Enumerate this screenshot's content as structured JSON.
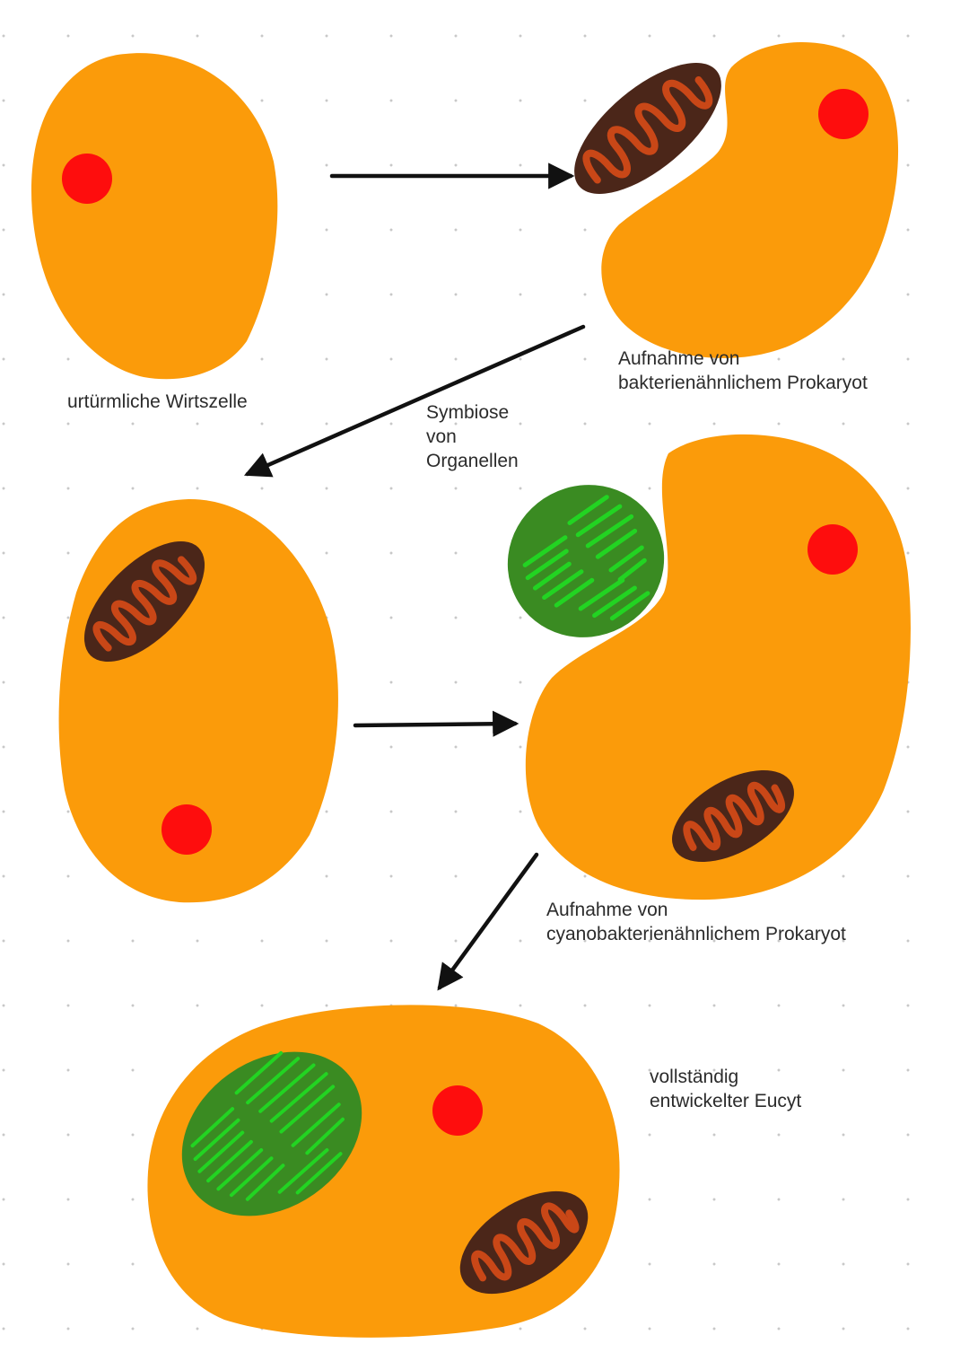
{
  "colors": {
    "cell": "#fb9b0a",
    "nucleus": "#fe0d0d",
    "mitochondrion_outer": "#4b2619",
    "mitochondrion_inner": "#c94717",
    "chloroplast_outer": "#3a8b22",
    "chloroplast_thylakoid": "#22d422",
    "arrow": "#111111",
    "text": "#2b2b2b",
    "grid_dot": "#c8c8c8"
  },
  "icons": {
    "cell": "cell-icon",
    "nucleus": "nucleus-icon",
    "mitochondrion": "mitochondrion-icon",
    "chloroplast": "chloroplast-icon",
    "arrow": "arrow-icon"
  },
  "labels": {
    "host_cell": "urtürmliche Wirtszelle",
    "uptake_bacteria_line1": "Aufnahme von",
    "uptake_bacteria_line2": "bakterienähnlichem Prokaryot",
    "symbiosis_line1": "Symbiose",
    "symbiosis_line2": "von",
    "symbiosis_line3": "Organellen",
    "uptake_cyano_line1": "Aufnahme von",
    "uptake_cyano_line2": "cyanobakterienähnlichem Prokaryot",
    "eucyte_line1": "vollständig",
    "eucyte_line2": "entwickelter Eucyt"
  }
}
